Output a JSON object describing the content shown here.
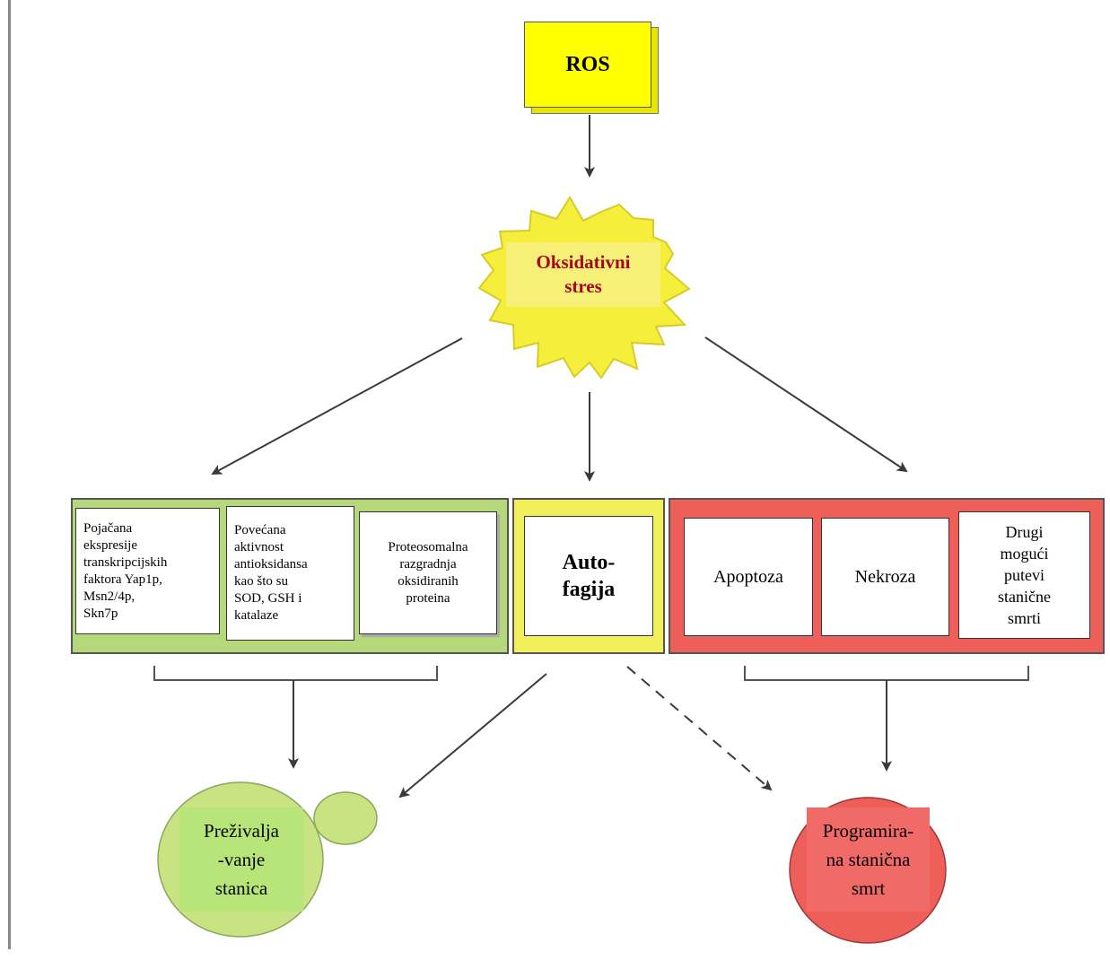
{
  "nodes": {
    "ros": "ROS",
    "stress_line1": "Oksidativni",
    "stress_line2": "stres",
    "survival_box1": "Pojačana\nekspresije\ntranskripcijskih\nfaktora Yap1p,\nMsn2/4p,\nSkn7p",
    "survival_box2": "Povećana\naktivnost\nantioksidansa\nkao što su\nSOD, GSH i\nkatalaze",
    "survival_box3": "Proteosomalna\nrazgradnja\noksidiranih\nproteina",
    "autophagy": "Auto-\nfagija",
    "death_box1": "Apoptoza",
    "death_box2": "Nekroza",
    "death_box3": "Drugi\nmogući\nputevi\nstanične\nsmrti",
    "survival_outcome": "Preživalja\n-vanje\nstanica",
    "death_outcome": "Programira-\nna stanična\nsmrt"
  },
  "colors": {
    "ros": "#ffff00",
    "stress_burst": "#f5ee3a",
    "stress_text": "#a3081c",
    "survival_group": "#b5d87a",
    "autophagy_group": "#f2f05a",
    "death_group": "#ef5f5a",
    "survival_cell": "#c9e383",
    "death_cell": "#ef5f5a"
  }
}
